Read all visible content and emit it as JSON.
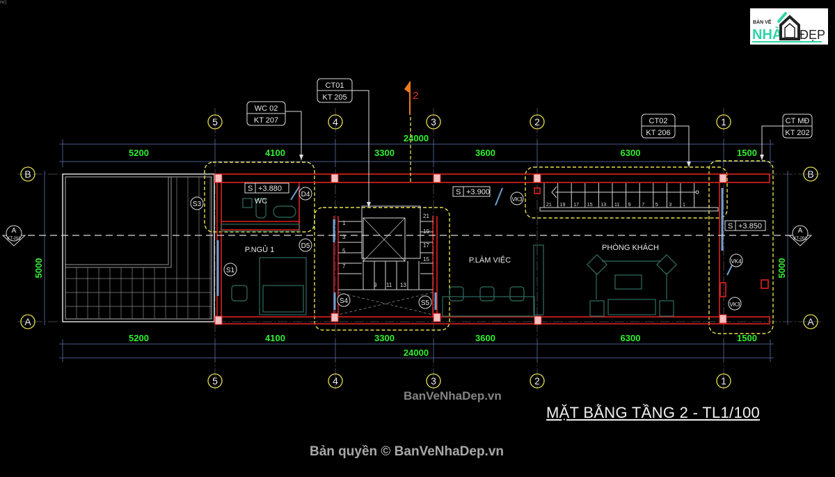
{
  "drawing": {
    "title": "MẶT BẰNG TẦNG 2 - TL1/100",
    "watermark": "BanVeNhaDep.vn",
    "copyright": "Bản quyền © BanVeNhaDep.vn",
    "corner_text": "nc|",
    "logo": {
      "small": "BẢN VẼ",
      "left": "NHÀ",
      "right": "ĐẸP",
      "accent": "#2fd3a6"
    },
    "colors": {
      "background": "#000000",
      "wall": "#e02020",
      "dimension": "#33ee33",
      "grid_bubble": "#e8e050",
      "highlight": "#e8e050",
      "section_mark": "#f07a20",
      "furniture": "#2f6f60",
      "window": "#6fa0d0"
    },
    "grid_columns": [
      "5",
      "4",
      "3",
      "2",
      "1"
    ],
    "grid_rows": [
      "B",
      "A"
    ],
    "dimensions_top": {
      "total": "24000",
      "segments": [
        "5200",
        "4100",
        "3300",
        "3600",
        "6300",
        "1500"
      ]
    },
    "dimensions_bottom": {
      "total": "24000",
      "segments": [
        "5200",
        "4100",
        "3300",
        "3600",
        "6300",
        "1500"
      ]
    },
    "dimensions_side": {
      "left": "5000",
      "right": "5000"
    },
    "section_marker": {
      "label": "A",
      "ref": "KT-201"
    },
    "section_cut": "2",
    "tags": [
      {
        "top": "WC 02",
        "bottom": "KT 207"
      },
      {
        "top": "CT01",
        "bottom": "KT 205"
      },
      {
        "top": "CT02",
        "bottom": "KT 206"
      },
      {
        "top": "CT MĐ",
        "bottom": "KT 202"
      }
    ],
    "rooms": [
      "WC",
      "P.NGỦ 1",
      "P.LÀM VIỆC",
      "PHÒNG KHÁCH"
    ],
    "levels": [
      {
        "s": "S",
        "value": "+3.880"
      },
      {
        "s": "S",
        "value": "+3.900"
      },
      {
        "s": "S",
        "value": "+3.850"
      }
    ],
    "openings": [
      "D4",
      "D5",
      "S3",
      "S1",
      "S4",
      "S5",
      "VK3",
      "VK4",
      "VK3"
    ],
    "stair_main_steps": [
      "1",
      "3",
      "5",
      "7",
      "9",
      "11",
      "13",
      "15",
      "17",
      "19",
      "21"
    ],
    "stair_long_steps": [
      "21",
      "19",
      "17",
      "15",
      "13",
      "11",
      "9",
      "7",
      "5",
      "3",
      "1"
    ]
  }
}
